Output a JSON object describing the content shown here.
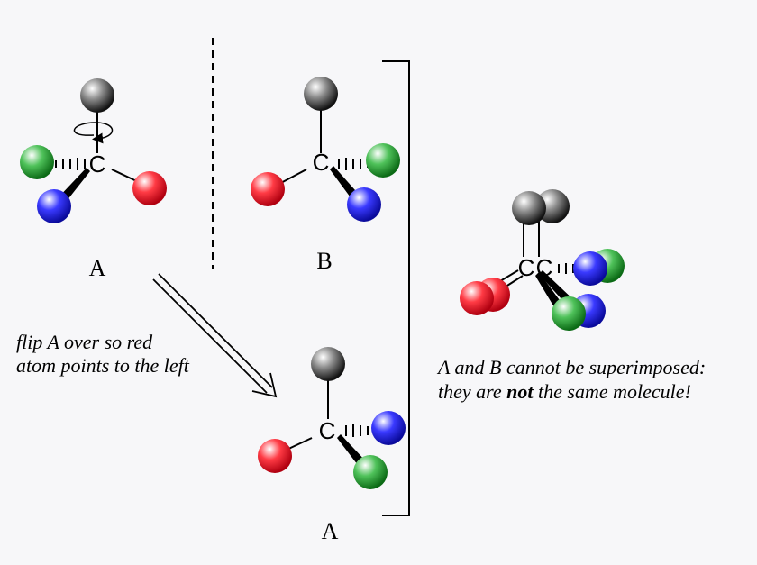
{
  "atom_symbol": "C",
  "labels": {
    "mol_a_top": "A",
    "mol_b": "B",
    "mol_a_flipped": "A"
  },
  "instruction": {
    "line1": "flip A over so red",
    "line2": "atom points to the left"
  },
  "conclusion": {
    "line1": "A and B cannot be superimposed:",
    "line2_start": "they are ",
    "line2_bold": "not",
    "line2_end": " the same molecule!"
  },
  "colors": {
    "black_atom": "#2a2a2a",
    "green_atom": "#1f9a2a",
    "blue_atom": "#1a1adf",
    "red_atom": "#e8101c",
    "background": "#f7f7f9"
  }
}
